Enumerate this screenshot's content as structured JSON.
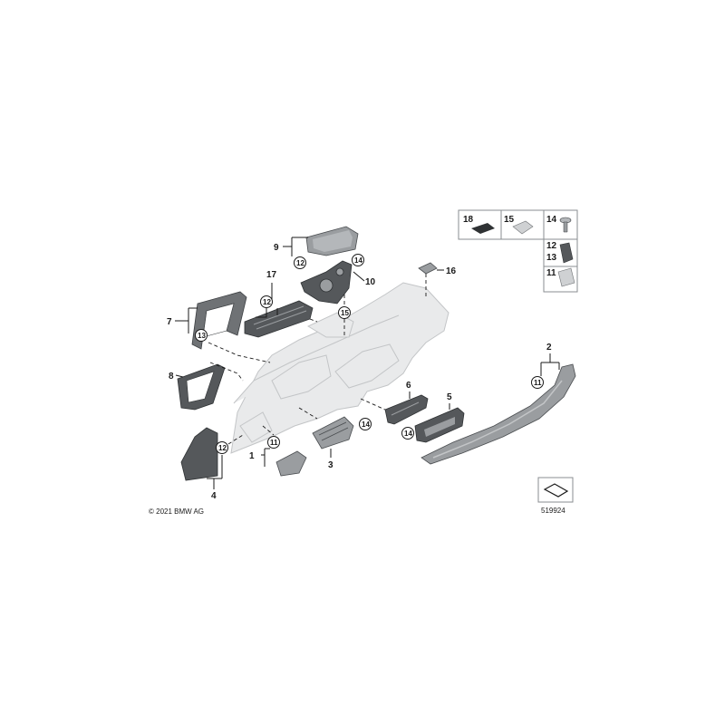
{
  "copyright": "© 2021 BMW AG",
  "diagram_id": "519924",
  "callouts": {
    "c1": "1",
    "c2": "2",
    "c3": "3",
    "c4": "4",
    "c5": "5",
    "c6": "6",
    "c7": "7",
    "c8": "8",
    "c9": "9",
    "c10": "10",
    "c16": "16",
    "c17": "17"
  },
  "circled": {
    "r12_part9": "12",
    "r14_part10": "14",
    "r12_part17": "12",
    "r13_part7": "13",
    "r15_panel": "15",
    "r11_part1": "11",
    "r14_part3": "14",
    "r12_part4": "12",
    "r14_part6": "14",
    "r11_part2": "11"
  },
  "legend": {
    "p18": "18",
    "p15": "15",
    "p14": "14",
    "p12": "12",
    "p13": "13",
    "p11": "11"
  },
  "colors": {
    "part_dark": "#6f7275",
    "panel_light": "#e9eaeb",
    "line": "#1a1a1a"
  }
}
